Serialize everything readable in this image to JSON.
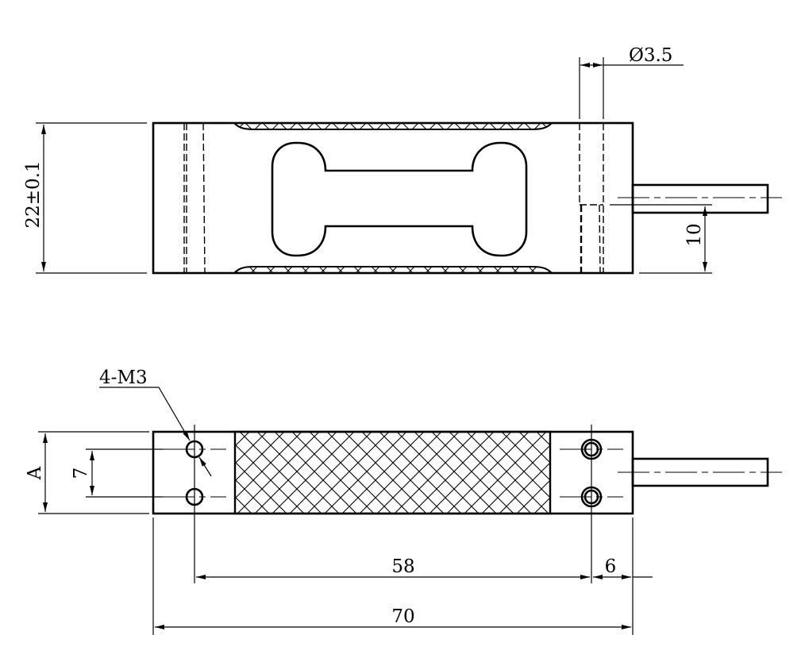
{
  "drawing": {
    "top_view": {
      "height_dim": "22±0.1",
      "hole_dia_dim": "Ø3.5",
      "cable_offset_dim": "10"
    },
    "bottom_view": {
      "hole_callout": "4-M3",
      "width_dim": "A",
      "hole_spacing_vertical_dim": "7",
      "hole_spacing_horizontal_dim": "58",
      "hole_edge_offset_dim": "6",
      "overall_length_dim": "70"
    }
  }
}
